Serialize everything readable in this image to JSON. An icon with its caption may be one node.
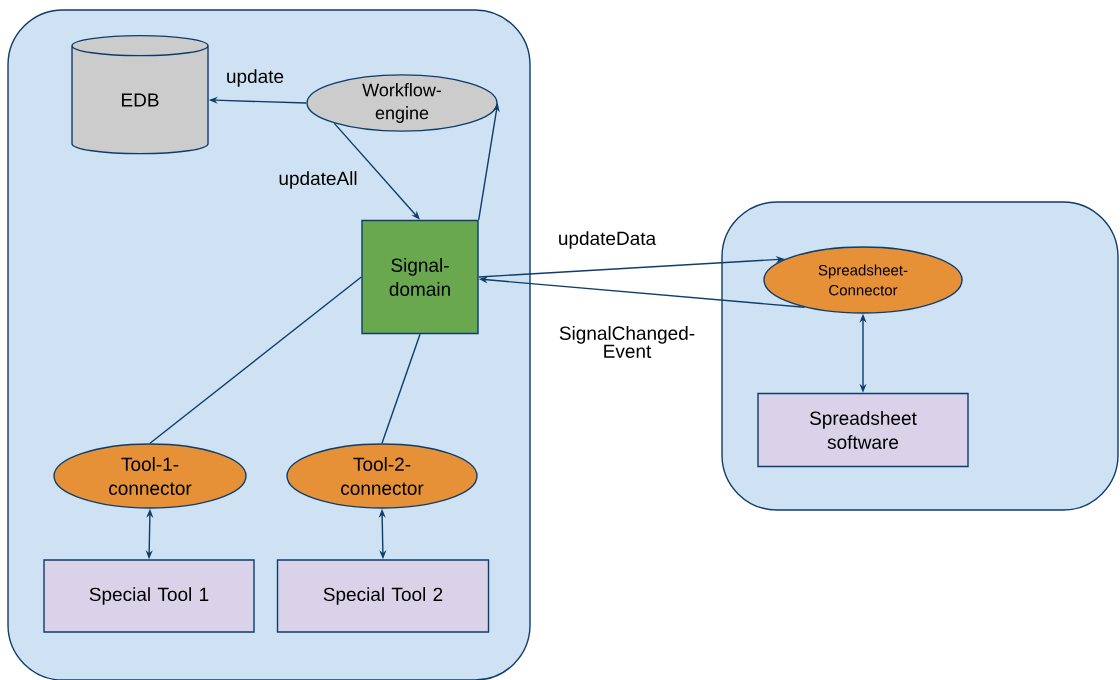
{
  "diagram": {
    "nodes": [
      {
        "text": [],
        "shape": "box"
      },
      {
        "text": [],
        "shape": "box"
      },
      {
        "text": [
          "EDB"
        ],
        "in": 0
      },
      {
        "text": [
          "Workflow- engine"
        ],
        "in": 0
      },
      {
        "text": [
          "Signal- domain"
        ],
        "in": 0
      },
      {
        "text": [
          "Tool-1- connector"
        ],
        "in": 0
      },
      {
        "text": [
          "Tool-2- connector"
        ],
        "in": 0
      },
      {
        "text": [
          "Special Tool 1"
        ],
        "in": 0
      },
      {
        "text": [
          "Special Tool 2"
        ],
        "in": 0
      },
      {
        "text": [
          "Spreadsheet- Connector"
        ],
        "in": 1
      },
      {
        "text": [
          "Spreadsheet software"
        ],
        "in": 1
      }
    ],
    "edges": [
      {
        "from": 3,
        "to": 2,
        "arrow": "to",
        "label": "update"
      },
      {
        "from": 3,
        "to": 4,
        "arrow": "to",
        "label": "updateAll"
      },
      {
        "from": 4,
        "to": 3,
        "arrow": "to"
      },
      {
        "from": 4,
        "to": 9,
        "arrow": "to",
        "label": "updateData"
      },
      {
        "from": 9,
        "to": 4,
        "arrow": "to",
        "label": "SignalChanged- Event"
      },
      {
        "from": 4,
        "to": 5,
        "arrow": "none"
      },
      {
        "from": 4,
        "to": 6,
        "arrow": "none"
      },
      {
        "from": 5,
        "to": 7,
        "arrow": "both"
      },
      {
        "from": 6,
        "to": 8,
        "arrow": "both"
      },
      {
        "from": 9,
        "to": 10,
        "arrow": "both"
      }
    ]
  }
}
